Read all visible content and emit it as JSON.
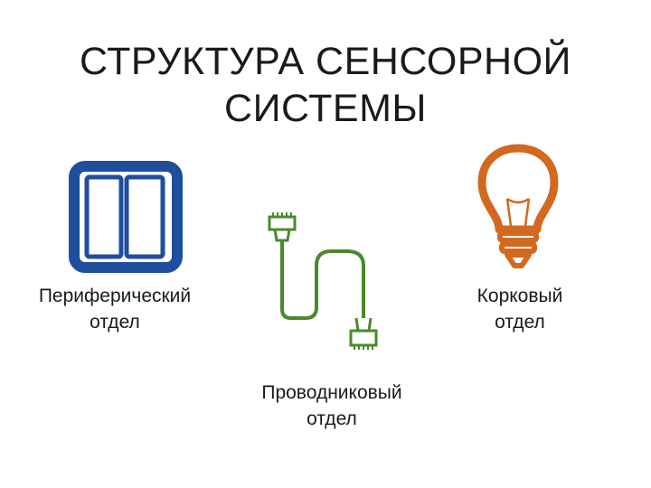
{
  "title": {
    "line1": "СТРУКТУРА СЕНСОРНОЙ",
    "line2": "СИСТЕМЫ"
  },
  "nodes": [
    {
      "id": "peripheral",
      "icon": "light-switch-icon",
      "color": "#1f4e9c",
      "label_line1": "Периферический",
      "label_line2": "отдел"
    },
    {
      "id": "conductive",
      "icon": "network-cable-icon",
      "color": "#4a8a2c",
      "label_line1": "Проводниковый",
      "label_line2": "отдел"
    },
    {
      "id": "cortical",
      "icon": "light-bulb-icon",
      "color": "#d2691e",
      "label_line1": "Корковый",
      "label_line2": "отдел"
    }
  ]
}
